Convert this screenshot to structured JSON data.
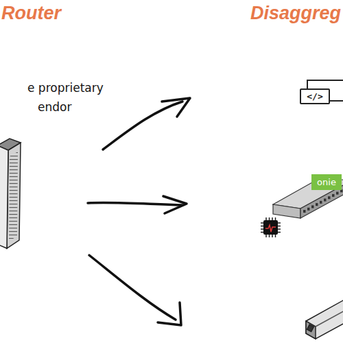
{
  "diagram": {
    "nodes": [
      {
        "text": [
          "</>"
        ]
      },
      {
        "text": [
          "onie"
        ]
      }
    ],
    "labels": [
      "Router",
      "Disaggreg",
      "e proprietary",
      "endor"
    ]
  }
}
